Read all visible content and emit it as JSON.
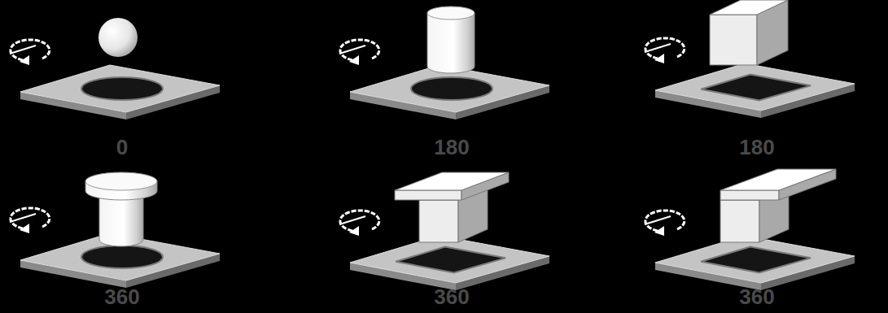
{
  "diagram": {
    "labels": [
      "0",
      "180",
      "180",
      "360",
      "360",
      "360"
    ]
  }
}
